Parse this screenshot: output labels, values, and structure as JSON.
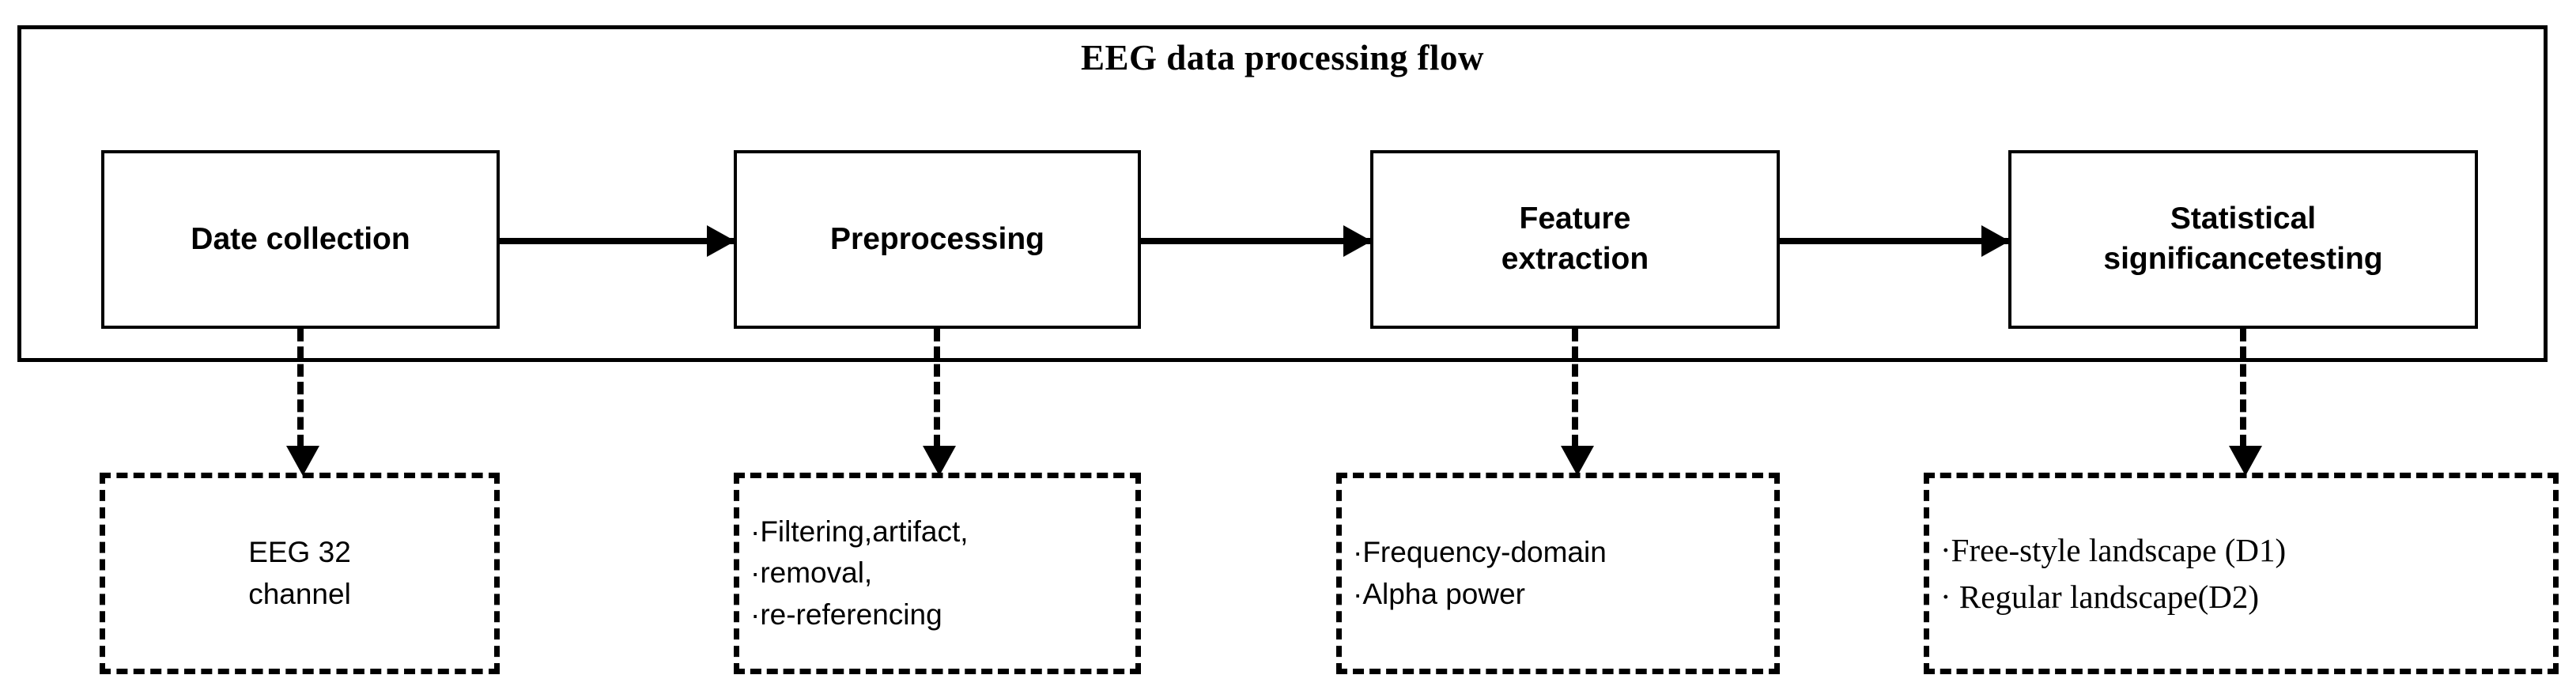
{
  "diagram": {
    "title": "EEG data processing flow",
    "stages": [
      {
        "id": "data-collection",
        "lines": [
          "Date collection"
        ]
      },
      {
        "id": "preprocessing",
        "lines": [
          "Preprocessing"
        ]
      },
      {
        "id": "feature-extraction",
        "lines": [
          "Feature",
          "extraction"
        ]
      },
      {
        "id": "statistical-testing",
        "lines": [
          "Statistical",
          "significancetesting"
        ]
      }
    ],
    "details": [
      {
        "id": "data-collection-detail",
        "style": "centered",
        "lines": [
          "EEG 32",
          "channel"
        ]
      },
      {
        "id": "preprocessing-detail",
        "style": "listed",
        "lines": [
          "·Filtering,artifact,",
          "·removal,",
          "·re-referencing"
        ]
      },
      {
        "id": "feature-extraction-detail",
        "style": "listed",
        "lines": [
          "·Frequency-domain",
          "·Alpha power"
        ]
      },
      {
        "id": "statistical-testing-detail",
        "style": "listed serif",
        "lines": [
          "·Free-style landscape (D1)",
          "· Regular landscape(D2)"
        ]
      }
    ],
    "connectors": {
      "flow_arrow": "arrow-right-icon",
      "drop_arrow": "arrow-down-dashed-icon"
    },
    "colors": {
      "stroke": "#000000",
      "background": "#ffffff"
    }
  }
}
